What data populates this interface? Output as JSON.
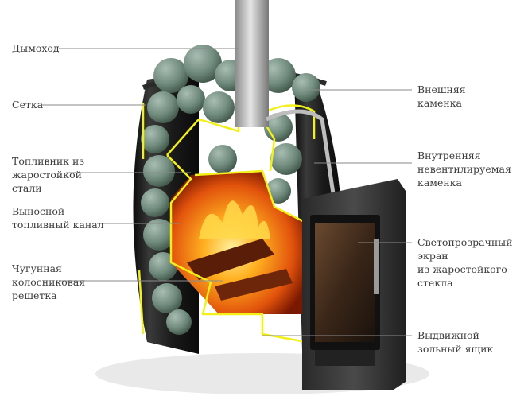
{
  "colors": {
    "background": "#ffffff",
    "label_text": "#3c3c3c",
    "leader_line": "#8a8a8a",
    "outline_highlight": "#f2f01a",
    "stove_body": "#1b1b1b",
    "stones": "#7f968a",
    "fire": "#ff7a12"
  },
  "labels": {
    "chimney": "Дымоход",
    "mesh": "Сетка",
    "firebox": "Топливник из\nжаростойкой\nстали",
    "fuel_channel": "Выносной\nтопливный канал",
    "grate": "Чугунная\nколосниковая\nрешетка",
    "outer_heater": "Внешняя\nкаменка",
    "inner_heater": "Внутренняя\nневентилируемая\nкаменка",
    "glass_screen": "Светопрозрачный\nэкран\nиз жаростойкого\nстекла",
    "ash_drawer": "Выдвижной\nзольный ящик"
  }
}
